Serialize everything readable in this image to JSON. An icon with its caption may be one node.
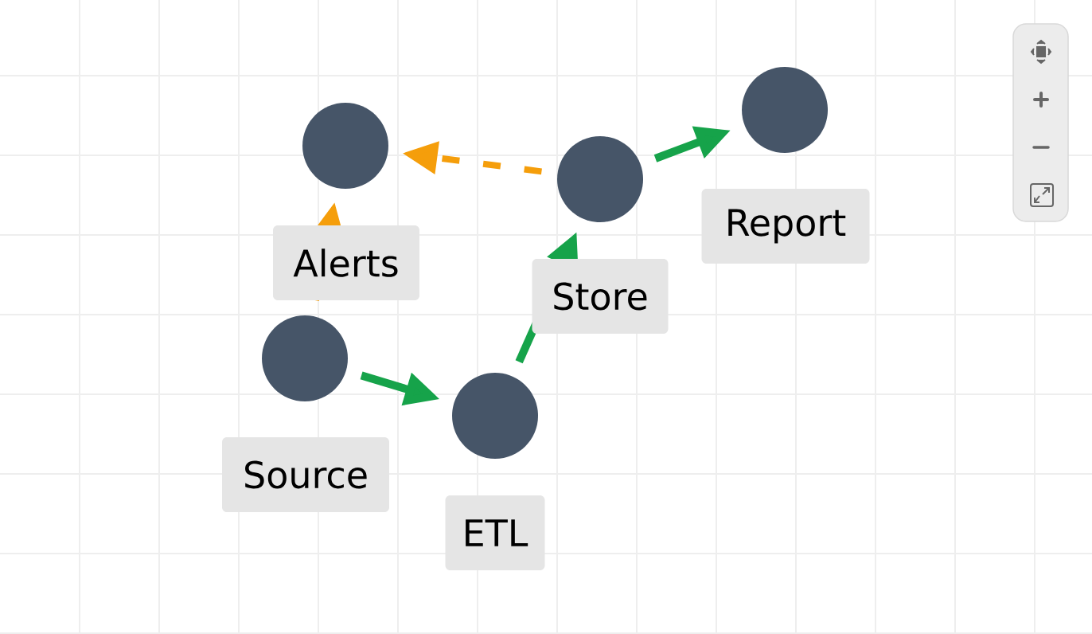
{
  "diagram": {
    "nodes": [
      {
        "text": [],
        "shape": "circle",
        "beside": [
          "Report"
        ]
      },
      {
        "text": [],
        "shape": "circle",
        "beside": [
          "Alerts"
        ]
      },
      {
        "text": [],
        "shape": "circle",
        "beside": [
          "Store"
        ]
      },
      {
        "text": [],
        "shape": "circle",
        "beside": [
          "Source"
        ]
      },
      {
        "text": [],
        "shape": "circle",
        "beside": [
          "ETL"
        ]
      }
    ],
    "edges": [
      {
        "from": 3,
        "to": 4,
        "arrow": "to"
      },
      {
        "from": 4,
        "to": 2,
        "arrow": "to"
      },
      {
        "from": 2,
        "to": 0,
        "arrow": "to"
      },
      {
        "from": 2,
        "to": 1,
        "arrow": "to",
        "style": "dashed",
        "color": "#f59e0b"
      },
      {
        "from": 3,
        "to": 1,
        "arrow": "to",
        "style": "dashed",
        "color": "#f59e0b"
      }
    ]
  }
}
